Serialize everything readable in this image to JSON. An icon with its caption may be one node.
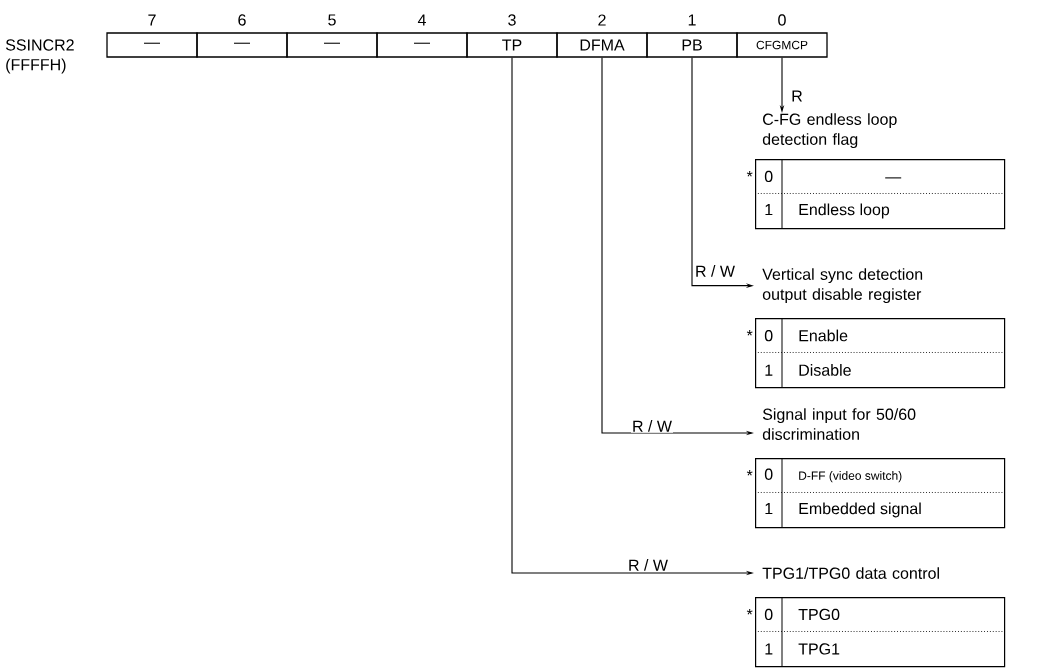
{
  "diagram": {
    "nodes": [
      {
        "text": [
          "—"
        ]
      },
      {
        "text": [
          "—"
        ]
      },
      {
        "text": [
          "—"
        ]
      },
      {
        "text": [
          "—"
        ]
      },
      {
        "text": [
          "TP"
        ]
      },
      {
        "text": [
          "DFMA"
        ]
      },
      {
        "text": [
          "PB"
        ]
      },
      {
        "text": [
          "CFGMCP"
        ]
      },
      {
        "text": [
          "C-FG endless loop detection flag"
        ]
      },
      {
        "text": [],
        "shape": "box"
      },
      {
        "text": [
          "0",
          "—"
        ],
        "beside": [
          "*"
        ],
        "in": 9
      },
      {
        "text": [
          "1",
          "Endless loop"
        ],
        "in": 9
      },
      {
        "text": [
          "Vertical sync detection output disable register"
        ]
      },
      {
        "text": [],
        "shape": "box"
      },
      {
        "text": [
          "0",
          "Enable"
        ],
        "beside": [
          "*"
        ],
        "in": 13
      },
      {
        "text": [
          "1",
          "Disable"
        ],
        "in": 13
      },
      {
        "text": [
          "Signal input for 50/60 discrimination"
        ]
      },
      {
        "text": [],
        "shape": "box"
      },
      {
        "text": [
          "0",
          "D-FF (video switch)"
        ],
        "beside": [
          "*"
        ],
        "in": 17
      },
      {
        "text": [
          "1",
          "Embedded signal"
        ],
        "in": 17
      },
      {
        "text": [
          "TPG1/TPG0 data control"
        ]
      },
      {
        "text": [],
        "shape": "box"
      },
      {
        "text": [
          "0",
          "TPG0"
        ],
        "beside": [
          "*"
        ],
        "in": 21
      },
      {
        "text": [
          "1",
          "TPG1"
        ],
        "in": 21
      }
    ],
    "edges": [
      {
        "from": 7,
        "to": 8,
        "arrow": "to",
        "label": "R"
      },
      {
        "from": 6,
        "to": 12,
        "arrow": "to",
        "label": "R / W"
      },
      {
        "from": 5,
        "to": 16,
        "arrow": "to",
        "label": "R / W"
      },
      {
        "from": 4,
        "to": 20,
        "arrow": "to",
        "label": "R / W"
      }
    ],
    "labels": [
      "7",
      "6",
      "5",
      "4",
      "3",
      "2",
      "1",
      "0",
      "SSINCR2",
      "(FFFFH)"
    ]
  }
}
